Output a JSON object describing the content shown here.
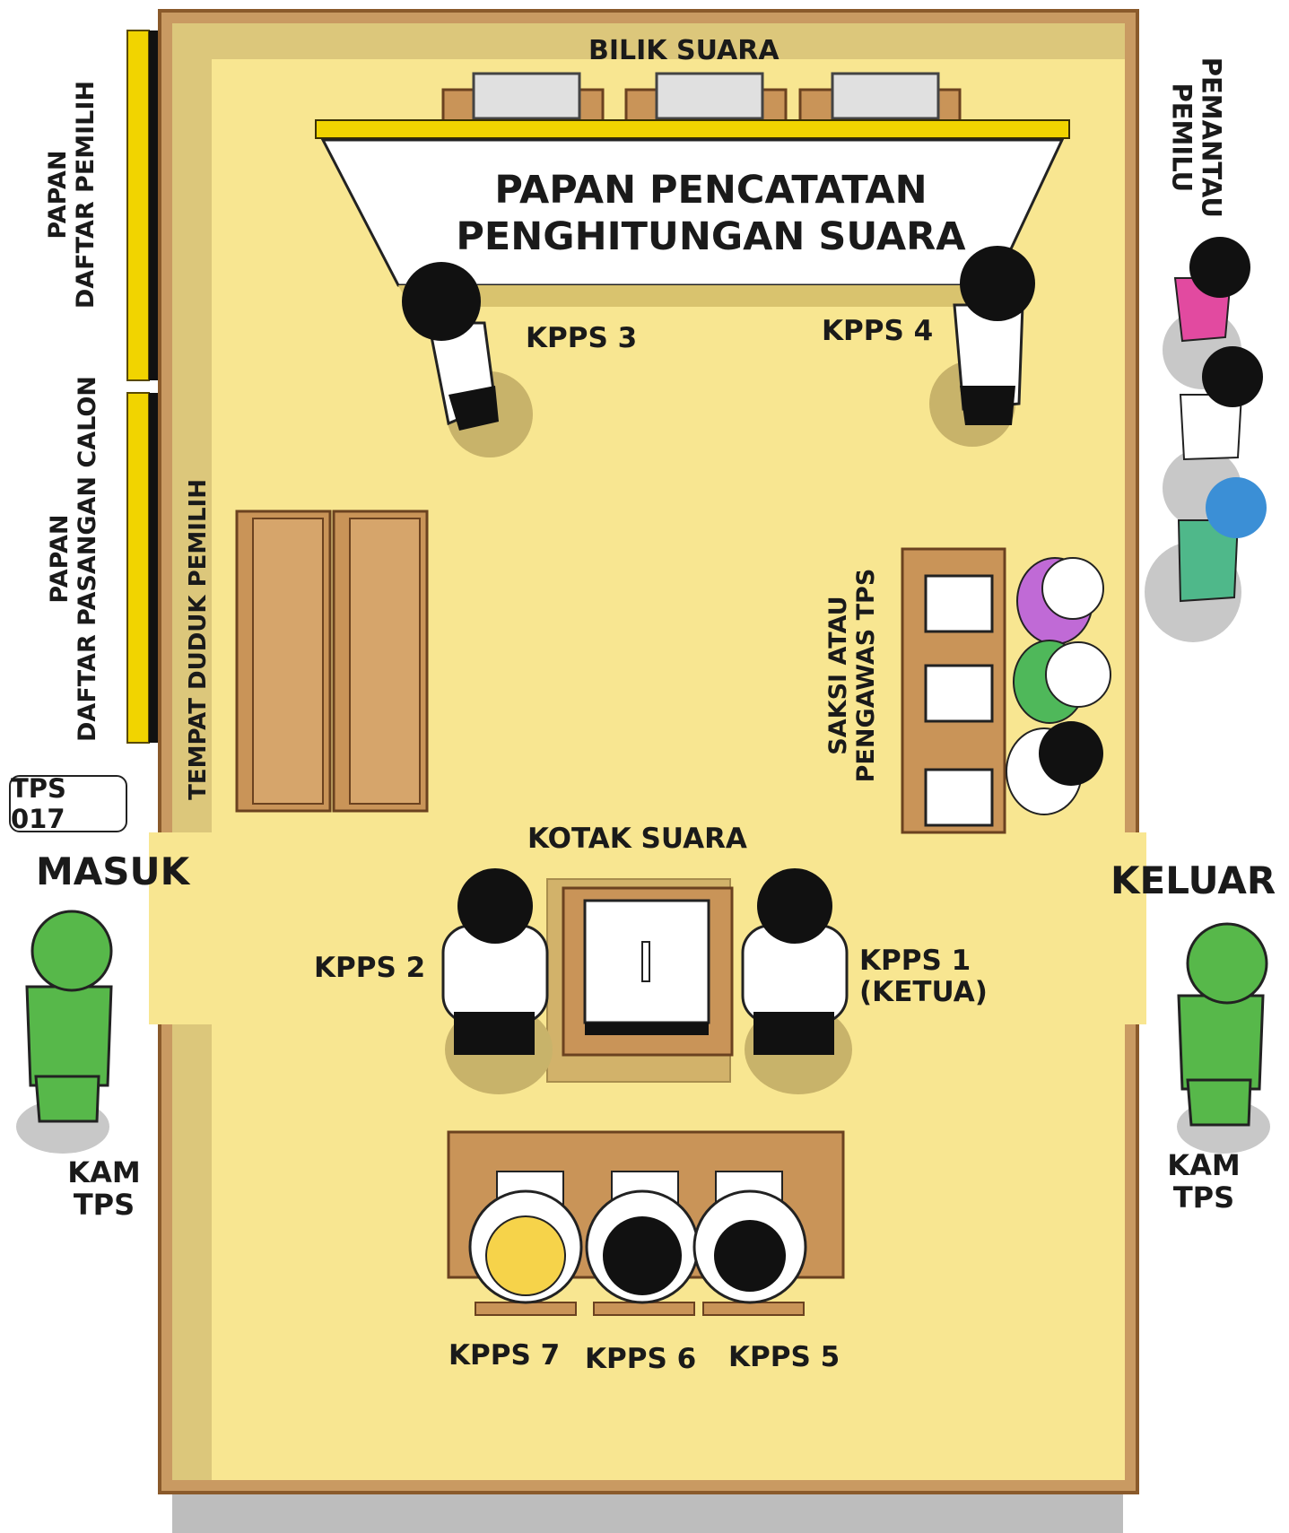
{
  "board_top": "BILIK SUARA",
  "board_title_line1": "PAPAN PENCATATAN",
  "board_title_line2": "PENGHITUNGAN SUARA",
  "papan_daftar_pemilih": {
    "line1": "PAPAN",
    "line2": "DAFTAR PEMILIH"
  },
  "papan_daftar_pasangan": {
    "line1": "PAPAN",
    "line2": "DAFTAR PASANGAN CALON"
  },
  "pemantau": {
    "line1": "PEMANTAU",
    "line2": "PEMILU"
  },
  "tempat_duduk": "TEMPAT DUDUK PEMILIH",
  "saksi": {
    "line1": "SAKSI ATAU",
    "line2": "PENGAWAS TPS"
  },
  "tps_badge": "TPS 017",
  "masuk": "MASUK",
  "keluar": "KELUAR",
  "kotak_suara": "KOTAK SUARA",
  "kpps": {
    "k1_line1": "KPPS 1",
    "k1_line2": "(KETUA)",
    "k2": "KPPS 2",
    "k3": "KPPS 3",
    "k4": "KPPS 4",
    "k5": "KPPS 5",
    "k6": "KPPS 6",
    "k7": "KPPS 7"
  },
  "kam_left": {
    "line1": "KAM",
    "line2": "TPS"
  },
  "kam_right": {
    "line1": "KAM",
    "line2": "TPS"
  },
  "colors": {
    "floor": "#f8e691",
    "wall": "#c79a62",
    "wall_edge": "#8a5a2b",
    "board_yellow": "#f1d400",
    "furniture": "#c99458",
    "uniform_green": "#57b84a",
    "hair": "#111111"
  }
}
